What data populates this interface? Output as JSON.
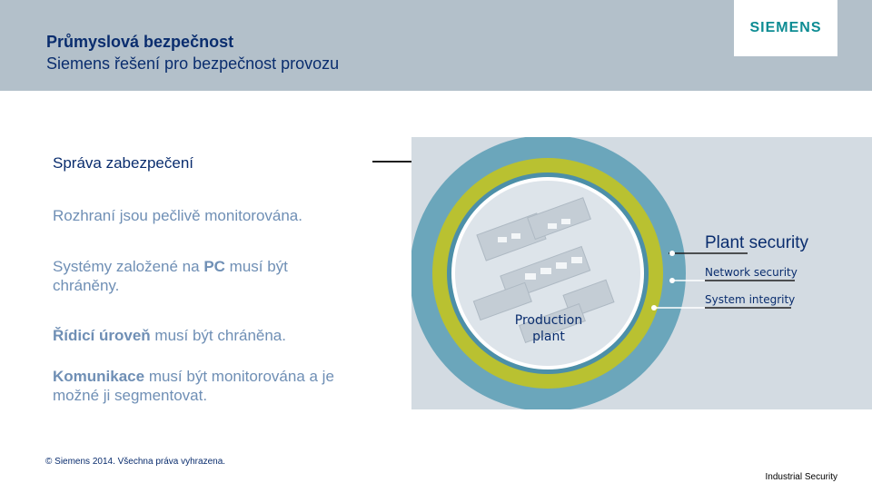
{
  "header": {
    "title": "Průmyslová bezpečnost",
    "subtitle": "Siemens řešení pro bezpečnost provozu",
    "logo": "SIEMENS"
  },
  "content": {
    "heading": "Správa zabezpečení",
    "bullets": [
      {
        "text": "Rozhraní jsou pečlivě monitorována."
      },
      {
        "pre": "Systémy založené na ",
        "bold": "PC",
        "post": " musí být chráněny."
      },
      {
        "bold": "Řídicí úroveň",
        "post": " musí být chráněna."
      },
      {
        "bold": "Komunikace",
        "post": " musí být monitorována a je",
        "line2": "možné ji segmentovat."
      }
    ]
  },
  "graphic": {
    "center_label_line1": "Production",
    "center_label_line2": "plant",
    "plant_security": "Plant security",
    "network_security": "Network security",
    "system_integrity": "System integrity",
    "colors": {
      "outer_ring": "#6ba6bb",
      "middle_ring": "#b9c131",
      "inner_ring": "#4c8fa8",
      "background": "#d3dbe2"
    }
  },
  "footer": {
    "copyright": "© Siemens 2014. Všechna práva vyhrazena.",
    "section": "Industrial Security"
  }
}
